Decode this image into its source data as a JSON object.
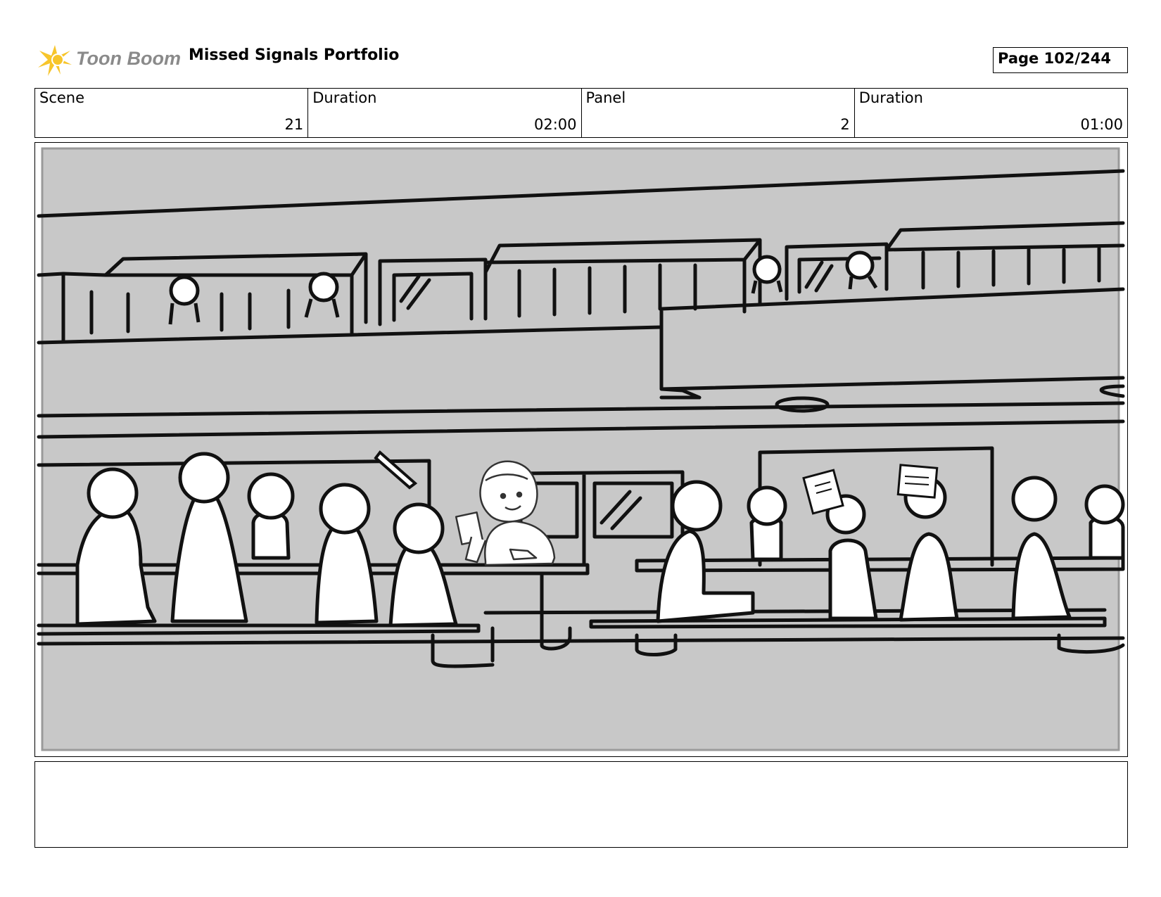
{
  "header": {
    "logo_text": "Toon Boom",
    "title": "Missed Signals Portfolio",
    "page_label": "Page 102/244"
  },
  "info": [
    {
      "label": "Scene",
      "value": "21"
    },
    {
      "label": "Duration",
      "value": "02:00"
    },
    {
      "label": "Panel",
      "value": "2"
    },
    {
      "label": "Duration",
      "value": "01:00"
    }
  ],
  "notes": {
    "text": ""
  },
  "colors": {
    "logo_yellow": "#f7c52b",
    "sketch_bg": "#c8c8c8",
    "logo_gray": "#8a8a8a"
  }
}
